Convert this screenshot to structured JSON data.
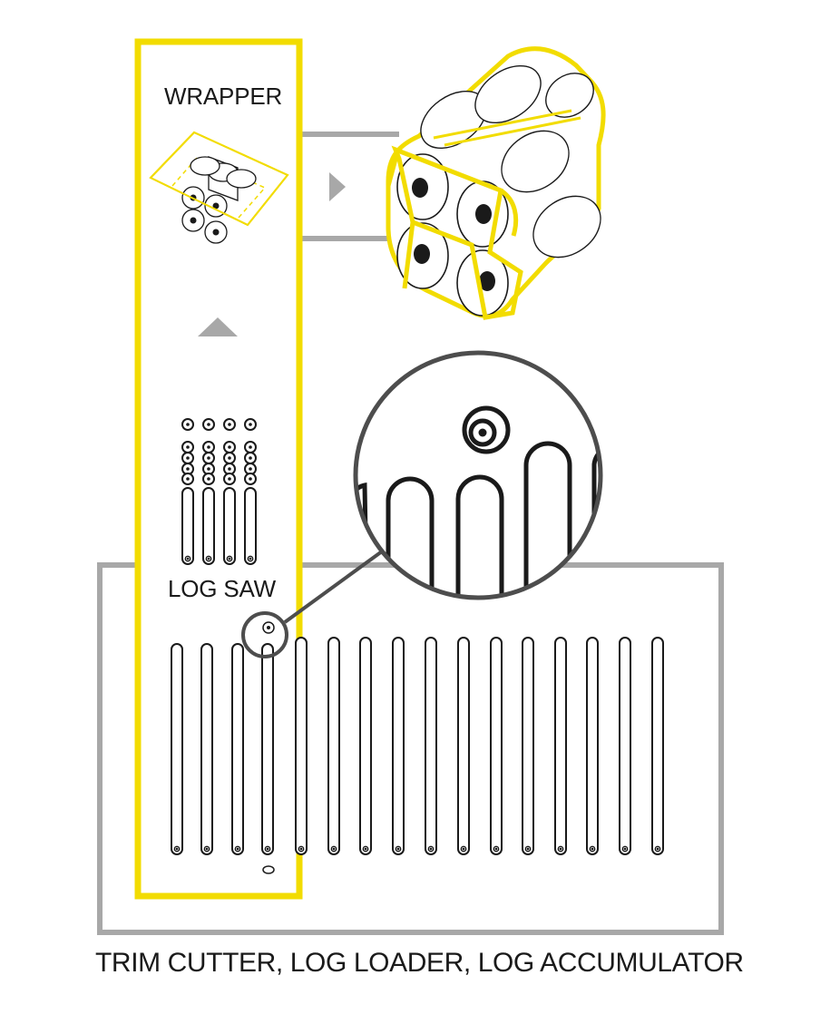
{
  "labels": {
    "wrapper": "WRAPPER",
    "log_saw": "LOG SAW",
    "bottom": "TRIM CUTTER, LOG LOADER, LOG ACCUMULATOR"
  },
  "colors": {
    "accent_yellow": "#F2DC00",
    "frame_gray": "#A8A8A8",
    "line_dark": "#1a1a1a",
    "magnifier_gray": "#4d4d4d"
  },
  "icons": [
    "wrapped-pack-icon",
    "right-arrow-icon",
    "up-arrow-icon",
    "magnifier-icon"
  ]
}
